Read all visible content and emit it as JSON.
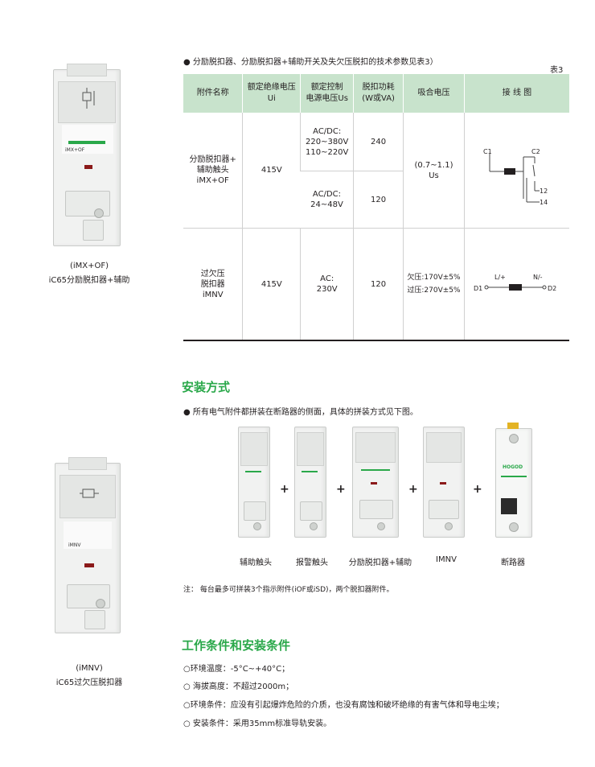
{
  "left_products": [
    {
      "model": "(iMX+OF)",
      "name": "iC65分励脱扣器+辅助",
      "device_label": "iMX+OF"
    },
    {
      "model": "(iMNV)",
      "name": "iC65过欠压脱扣器",
      "device_label": "iMNV"
    }
  ],
  "table_section": {
    "intro": "分励脱扣器、分励脱扣器+辅助开关及失欠压脱扣的技术参数见表3）",
    "table_no": "表3",
    "headers": [
      "附件名称",
      "额定绝缘电压\nUi",
      "额定控制\n电源电压Us",
      "脱扣功耗\n(W或VA)",
      "吸合电压",
      "接 线 图"
    ],
    "row1": {
      "name": "分励脱扣器+\n辅助触头\niMX+OF",
      "ui": "415V",
      "us_a": "AC/DC:\n220~380V\n110~220V",
      "power_a": "240",
      "us_b": "AC/DC:\n24~48V",
      "power_b": "120",
      "pickup": "(0.7~1.1)\nUs",
      "diagram": {
        "c1": "C1",
        "c2": "C2",
        "t12": "12",
        "t14": "14"
      }
    },
    "row2": {
      "name": "过欠压\n脱扣器\niMNV",
      "ui": "415V",
      "us": "AC:\n230V",
      "power": "120",
      "pickup_over": "欠压:170V±5%",
      "pickup_under": "过压:270V±5%",
      "diagram": {
        "l": "L/+",
        "n": "N/-",
        "d1": "D1",
        "d2": "D2"
      }
    }
  },
  "install": {
    "title": "安装方式",
    "text": "所有电气附件都拼装在断路器的侧面，具体的拼装方式见下图。",
    "items": [
      "辅助触头",
      "报警触头",
      "分励脱扣器+辅助",
      "IMNV",
      "断路器"
    ],
    "plus": "+",
    "breaker_brand": "HOGOD",
    "note": "注： 每台最多可拼装3个指示附件(iOF或iSD)，两个脱扣器附件。"
  },
  "conditions": {
    "title": "工作条件和安装条件",
    "items": [
      "环境温度：-5°C~+40°C；",
      " 海拔高度：不超过2000m；",
      "环境条件：应没有引起爆炸危险的介质，也没有腐蚀和破坏绝缘的有害气体和导电尘埃；",
      " 安装条件：采用35mm标准导轨安装。"
    ]
  },
  "colors": {
    "accent": "#2aa84a",
    "header_bg": "#c8e3cc"
  }
}
